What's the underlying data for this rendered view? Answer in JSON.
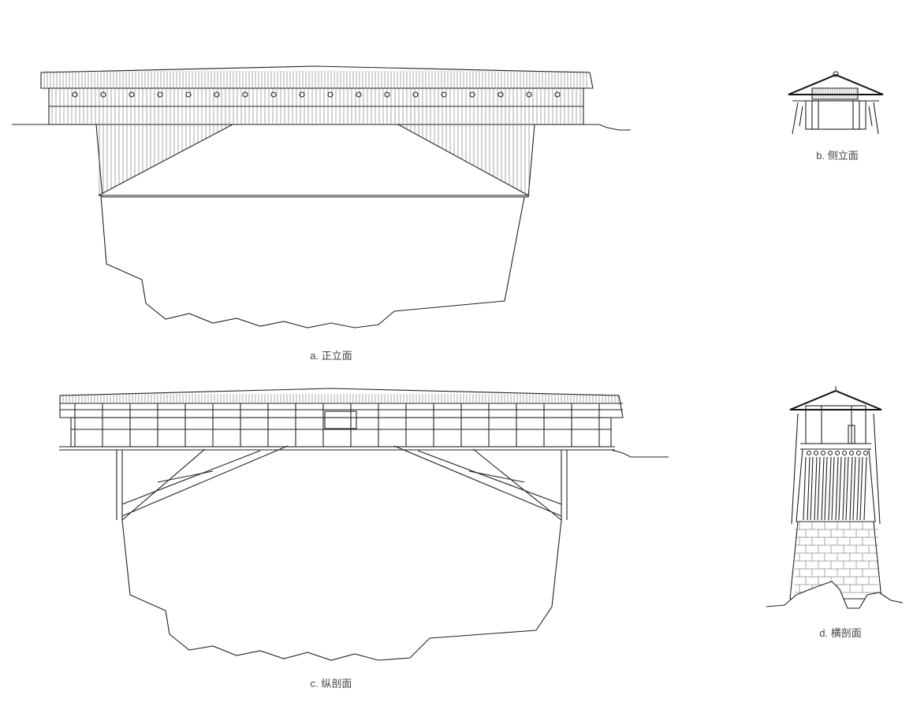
{
  "figures": [
    {
      "id": "a",
      "caption": "a. 正立面"
    },
    {
      "id": "b",
      "caption": "b. 侧立面"
    },
    {
      "id": "c",
      "caption": "c. 纵剖面"
    },
    {
      "id": "d",
      "caption": "d. 横剖面"
    }
  ],
  "colors": {
    "line": "#222222",
    "caption": "#444444",
    "background": "#ffffff"
  }
}
